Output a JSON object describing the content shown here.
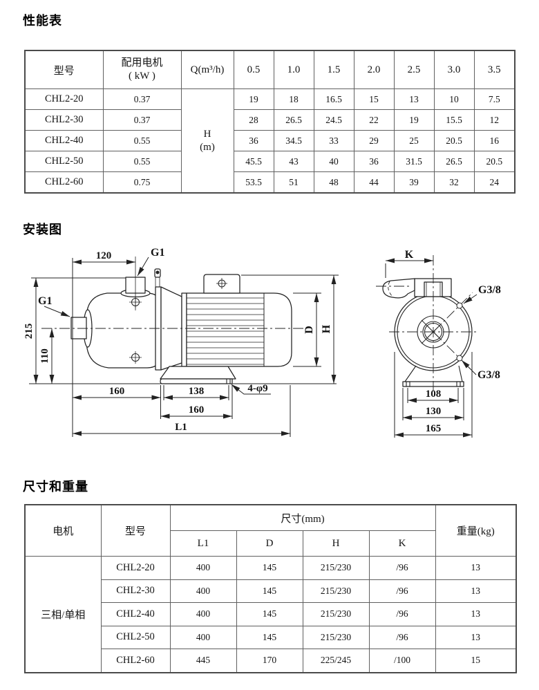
{
  "sections": {
    "performance_title": "性能表",
    "installation_title": "安装图",
    "dimensions_title": "尺寸和重量"
  },
  "performance_table": {
    "col_model": "型号",
    "col_motor_line1": "配用电机",
    "col_motor_line2": "( kW )",
    "col_q": "Q(m³/h)",
    "q_values": [
      "0.5",
      "1.0",
      "1.5",
      "2.0",
      "2.5",
      "3.0",
      "3.5"
    ],
    "h_label_line1": "H",
    "h_label_line2": "(m)",
    "rows": [
      {
        "model": "CHL2-20",
        "kw": "0.37",
        "h": [
          "19",
          "18",
          "16.5",
          "15",
          "13",
          "10",
          "7.5"
        ]
      },
      {
        "model": "CHL2-30",
        "kw": "0.37",
        "h": [
          "28",
          "26.5",
          "24.5",
          "22",
          "19",
          "15.5",
          "12"
        ]
      },
      {
        "model": "CHL2-40",
        "kw": "0.55",
        "h": [
          "36",
          "34.5",
          "33",
          "29",
          "25",
          "20.5",
          "16"
        ]
      },
      {
        "model": "CHL2-50",
        "kw": "0.55",
        "h": [
          "45.5",
          "43",
          "40",
          "36",
          "31.5",
          "26.5",
          "20.5"
        ]
      },
      {
        "model": "CHL2-60",
        "kw": "0.75",
        "h": [
          "53.5",
          "51",
          "48",
          "44",
          "39",
          "32",
          "24"
        ]
      }
    ]
  },
  "installation_diagram": {
    "side_view": {
      "dim_top_width": "120",
      "top_port_label": "G1",
      "left_port_label": "G1",
      "dim_total_height": "215",
      "dim_centerline_height": "110",
      "dim_left_length": "160",
      "dim_hole_spacing": "138",
      "dim_base_length": "160",
      "dim_overall_length": "L1",
      "holes_label": "4-φ9",
      "dim_motor_diameter": "D",
      "dim_height": "H"
    },
    "front_view": {
      "dim_outlet_offset": "K",
      "upper_plug_label": "G3/8",
      "lower_plug_label": "G3/8",
      "dim_hole_spacing": "108",
      "dim_base_width": "130",
      "dim_overall_width": "165"
    }
  },
  "dimension_table": {
    "col_motor": "电机",
    "col_model": "型号",
    "col_dimensions": "尺寸(mm)",
    "col_weight": "重量(kg)",
    "dim_subcols": [
      "L1",
      "D",
      "H",
      "K"
    ],
    "motor_phase": "三相/单相",
    "rows": [
      {
        "model": "CHL2-20",
        "l1": "400",
        "d": "145",
        "h": "215/230",
        "k": "/96",
        "weight": "13"
      },
      {
        "model": "CHL2-30",
        "l1": "400",
        "d": "145",
        "h": "215/230",
        "k": "/96",
        "weight": "13"
      },
      {
        "model": "CHL2-40",
        "l1": "400",
        "d": "145",
        "h": "215/230",
        "k": "/96",
        "weight": "13"
      },
      {
        "model": "CHL2-50",
        "l1": "400",
        "d": "145",
        "h": "215/230",
        "k": "/96",
        "weight": "13"
      },
      {
        "model": "CHL2-60",
        "l1": "445",
        "d": "170",
        "h": "225/245",
        "k": "/100",
        "weight": "15"
      }
    ]
  }
}
